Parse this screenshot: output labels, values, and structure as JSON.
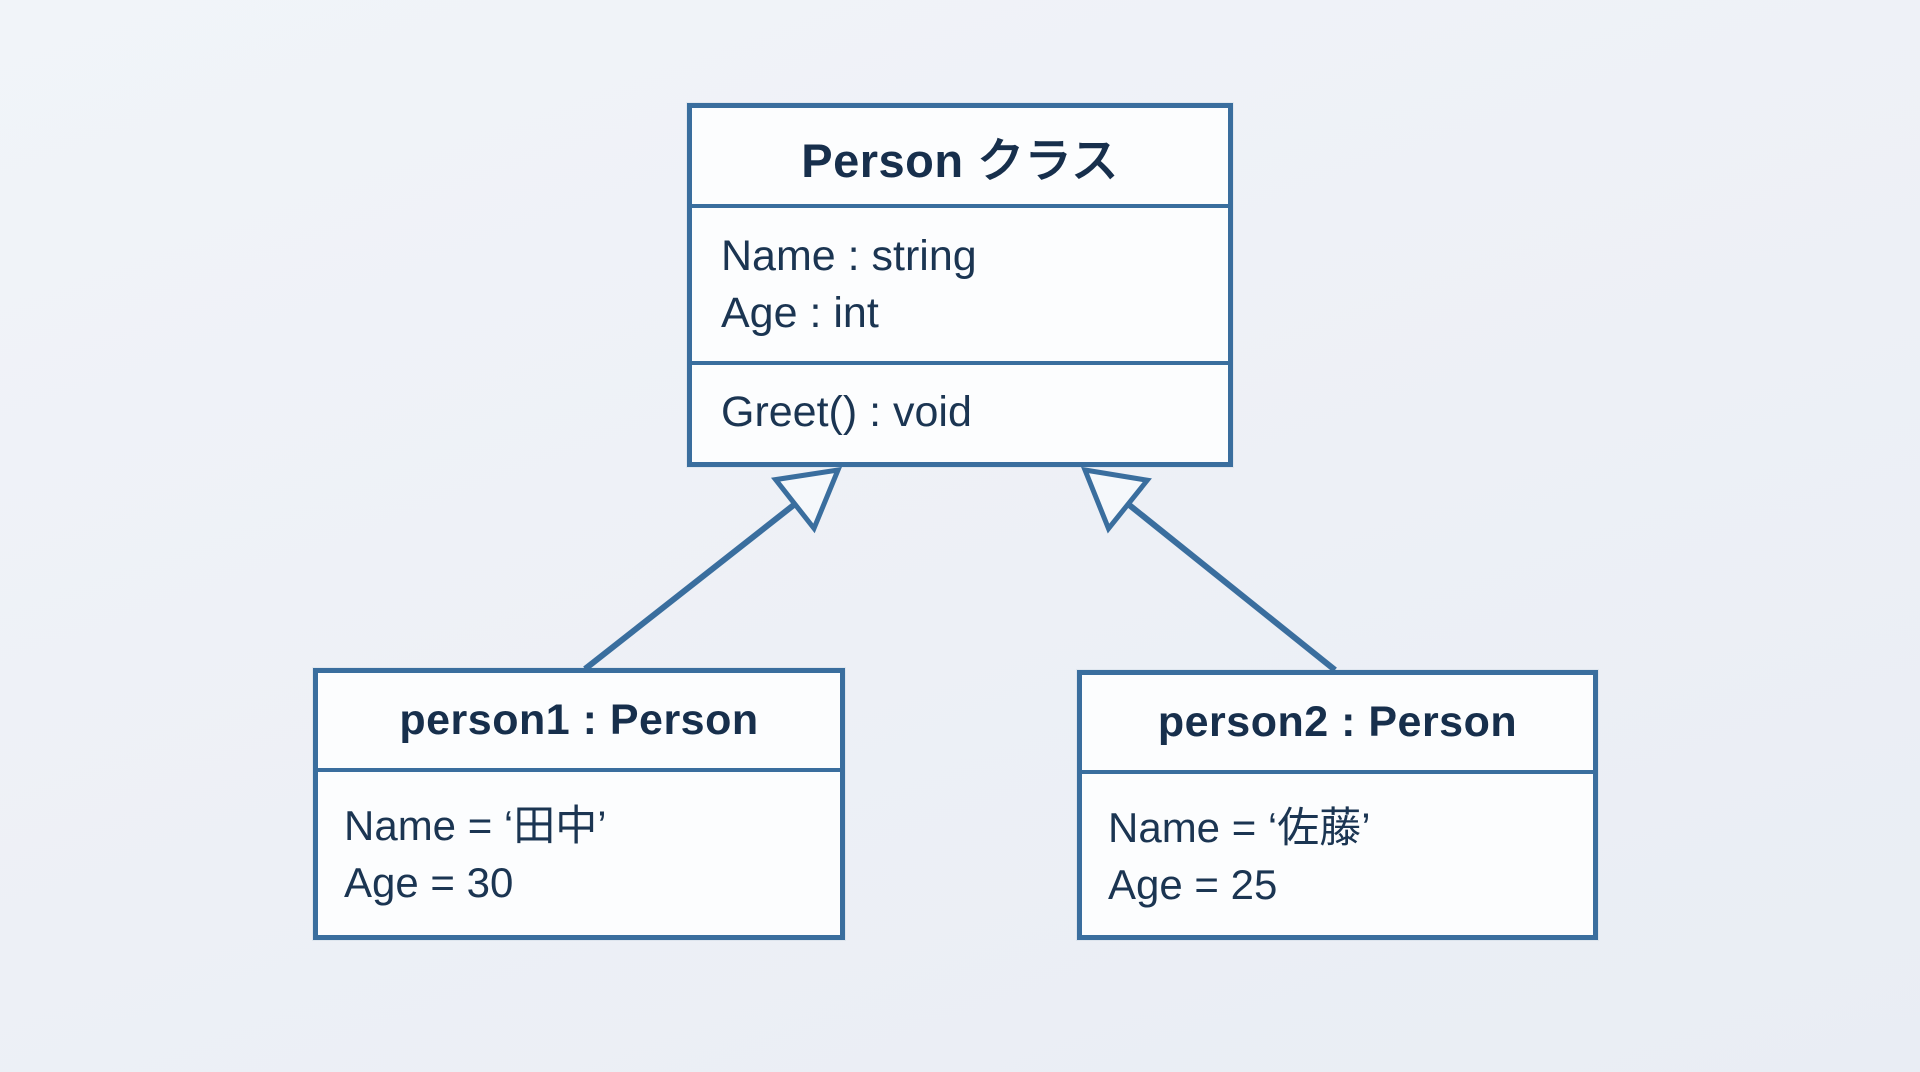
{
  "diagram": {
    "class_box": {
      "title": "Person クラス",
      "attributes": [
        "Name : string",
        "Age : int"
      ],
      "methods": [
        "Greet() : void"
      ]
    },
    "instances": [
      {
        "title": "person1 : Person",
        "fields": [
          "Name = ‘田中’",
          "Age = 30"
        ]
      },
      {
        "title": "person2 : Person",
        "fields": [
          "Name = ‘佐藤’",
          "Age = 25"
        ]
      }
    ],
    "arrows": [
      {
        "name": "generalization-arrow-left",
        "from": "person1 : Person",
        "to": "Person クラス"
      },
      {
        "name": "generalization-arrow-right",
        "from": "person2 : Person",
        "to": "Person クラス"
      }
    ],
    "colors": {
      "border": "#3a6e9e",
      "text": "#1b3552",
      "background": "#edf0f6",
      "box_fill": "#fcfdfe"
    }
  }
}
